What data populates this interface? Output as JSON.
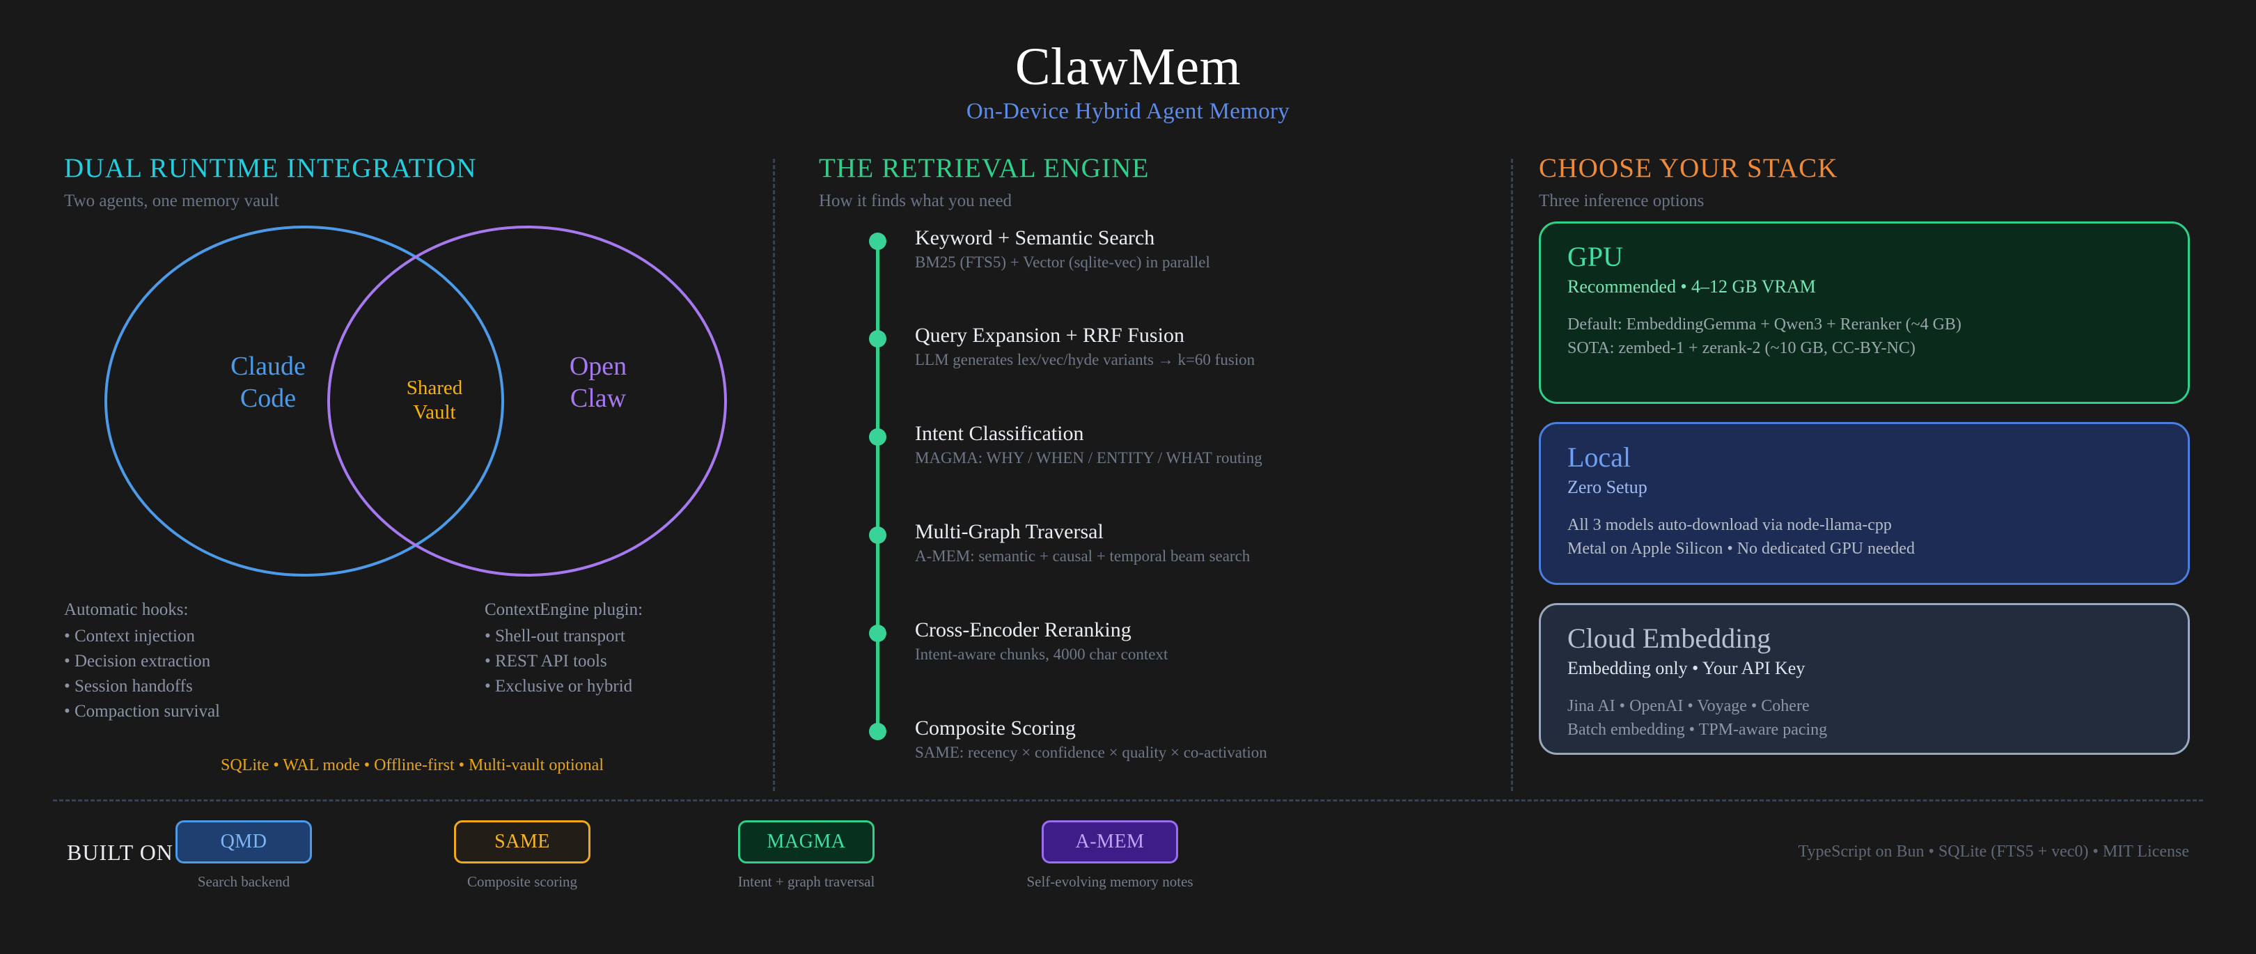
{
  "header": {
    "title": "ClawMem",
    "subtitle": "On-Device Hybrid Agent Memory"
  },
  "colors": {
    "background": "#191919",
    "cyan": "#22cfe0",
    "green": "#2fd08a",
    "orange": "#f08a38",
    "blue": "#4c9ae8",
    "purple": "#a679ef",
    "amber": "#f5b014",
    "subtitle_blue": "#5b8bef"
  },
  "left_column": {
    "heading": "DUAL RUNTIME INTEGRATION",
    "subheading": "Two agents, one memory vault",
    "venn": {
      "left_label": "Claude\nCode",
      "left_line1": "Claude",
      "left_line2": "Code",
      "center_line1": "Shared",
      "center_line2": "Vault",
      "right_line1": "Open",
      "right_line2": "Claw"
    },
    "list_left": {
      "title": "Automatic hooks:",
      "items": [
        "• Context injection",
        "• Decision extraction",
        "• Session handoffs",
        "• Compaction survival"
      ]
    },
    "list_right": {
      "title": "ContextEngine plugin:",
      "items": [
        "• Shell-out transport",
        "• REST API tools",
        "• Exclusive or hybrid"
      ]
    },
    "footnote": "SQLite • WAL mode • Offline-first • Multi-vault optional"
  },
  "middle_column": {
    "heading": "THE RETRIEVAL ENGINE",
    "subheading": "How it finds what you need",
    "steps": [
      {
        "title": "Keyword + Semantic Search",
        "subtitle": "BM25 (FTS5) + Vector (sqlite-vec) in parallel"
      },
      {
        "title": "Query Expansion + RRF Fusion",
        "subtitle": "LLM generates lex/vec/hyde variants → k=60 fusion"
      },
      {
        "title": "Intent Classification",
        "subtitle": "MAGMA: WHY / WHEN / ENTITY / WHAT routing"
      },
      {
        "title": "Multi-Graph Traversal",
        "subtitle": "A-MEM: semantic + causal + temporal beam search"
      },
      {
        "title": "Cross-Encoder Reranking",
        "subtitle": "Intent-aware chunks, 4000 char context"
      },
      {
        "title": "Composite Scoring",
        "subtitle": "SAME: recency × confidence × quality × co-activation"
      }
    ]
  },
  "right_column": {
    "heading": "CHOOSE YOUR STACK",
    "subheading": "Three inference options",
    "cards": [
      {
        "title": "GPU",
        "tagline": "Recommended • 4–12 GB VRAM",
        "lines": [
          "Default: EmbeddingGemma + Qwen3 + Reranker (~4 GB)",
          "SOTA: zembed-1 + zerank-2 (~10 GB, CC-BY-NC)"
        ]
      },
      {
        "title": "Local",
        "tagline": "Zero Setup",
        "lines": [
          "All 3 models auto-download via node-llama-cpp",
          "Metal on Apple Silicon • No dedicated GPU needed"
        ]
      },
      {
        "title": "Cloud Embedding",
        "tagline": "Embedding only • Your API Key",
        "lines": [
          "Jina AI • OpenAI • Voyage • Cohere",
          "Batch embedding • TPM-aware pacing"
        ]
      }
    ]
  },
  "footer": {
    "built_on_label": "BUILT ON",
    "pills": [
      {
        "name": "QMD",
        "caption": "Search backend"
      },
      {
        "name": "SAME",
        "caption": "Composite scoring"
      },
      {
        "name": "MAGMA",
        "caption": "Intent + graph traversal"
      },
      {
        "name": "A-MEM",
        "caption": "Self-evolving memory notes"
      }
    ],
    "right_text": "TypeScript on Bun • SQLite (FTS5 + vec0) • MIT License"
  }
}
